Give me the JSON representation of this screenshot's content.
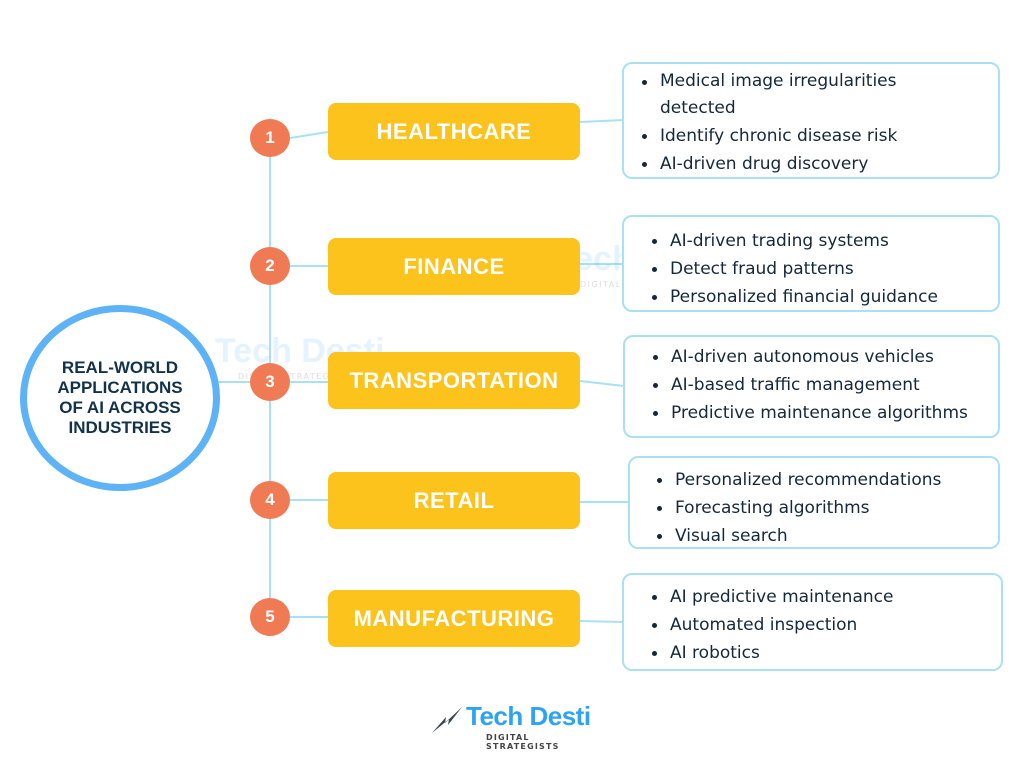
{
  "hub": {
    "title": "REAL-WORLD APPLICATIONS OF AI ACROSS INDUSTRIES"
  },
  "industries": [
    {
      "number": "1",
      "label": "HEALTHCARE",
      "items": [
        "Medical image irregularities detected",
        "Identify chronic disease risk",
        "AI-driven drug discovery"
      ]
    },
    {
      "number": "2",
      "label": "FINANCE",
      "items": [
        "AI-driven trading systems",
        "Detect fraud patterns",
        "Personalized financial guidance"
      ]
    },
    {
      "number": "3",
      "label": "TRANSPORTATION",
      "items": [
        "AI-driven autonomous vehicles",
        "AI-based traffic management",
        "Predictive maintenance algorithms"
      ]
    },
    {
      "number": "4",
      "label": "RETAIL",
      "items": [
        "Personalized recommendations",
        "Forecasting algorithms",
        "Visual search"
      ]
    },
    {
      "number": "5",
      "label": "MANUFACTURING",
      "items": [
        "AI predictive maintenance",
        "Automated inspection",
        "AI robotics"
      ]
    }
  ],
  "watermark": {
    "text": "Tech Desti",
    "subtext": "DIGITAL STRATEGISTS"
  },
  "logo": {
    "name": "Tech Desti",
    "tagline": "DIGITAL STRATEGISTS",
    "icon": "lightning-bolt-icon"
  },
  "colors": {
    "hub_border": "#5db3f6",
    "hub_text": "#12324a",
    "number_badge": "#f07a54",
    "category_fill": "#fbc31c",
    "connector": "#a9e1f3",
    "bullet_text": "#14283a",
    "logo_blue": "#2ea3f2"
  }
}
